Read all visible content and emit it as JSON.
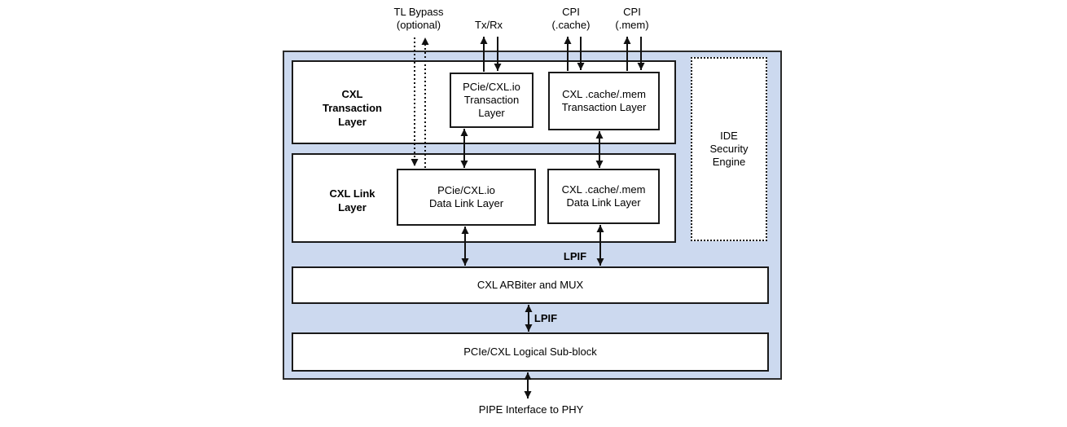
{
  "colors": {
    "container_fill": "#ccd9ef",
    "box_fill": "#ffffff",
    "border": "#1a1a1a",
    "text": "#000000"
  },
  "external_labels": {
    "tl_bypass": "TL Bypass\n(optional)",
    "tx_rx": "Tx/Rx",
    "cpi_cache": "CPI\n(.cache)",
    "cpi_mem": "CPI\n(.mem)",
    "pipe_interface": "PIPE Interface to PHY"
  },
  "sections": {
    "transaction_layer": {
      "label": "CXL\nTransaction\nLayer",
      "boxes": [
        {
          "label": "PCie/CXL.io\nTransaction\nLayer"
        },
        {
          "label": "CXL .cache/.mem\nTransaction Layer"
        }
      ]
    },
    "link_layer": {
      "label": "CXL Link\nLayer",
      "boxes": [
        {
          "label": "PCie/CXL.io\nData Link Layer"
        },
        {
          "label": "CXL .cache/.mem\nData Link Layer"
        }
      ]
    },
    "ide_security_engine": {
      "label": "IDE\nSecurity\nEngine"
    },
    "arb_mux": {
      "label": "CXL ARBiter and MUX"
    },
    "logical_subblock": {
      "label": "PCIe/CXL Logical Sub-block"
    }
  },
  "interface_labels": {
    "lpif_upper": "LPIF",
    "lpif_lower": "LPIF"
  }
}
